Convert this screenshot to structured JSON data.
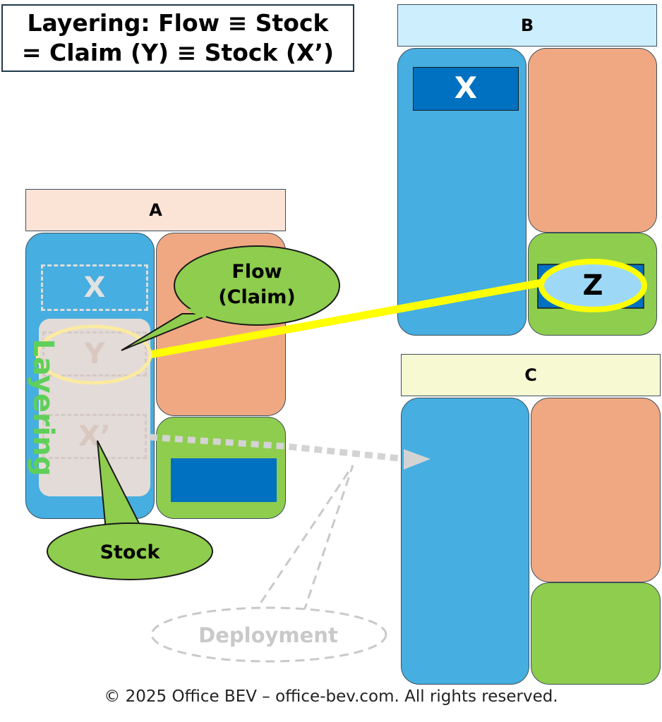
{
  "title": {
    "line1": "Layering: Flow ≡ Stock",
    "line2": "= Claim (Y) ≡ Stock (X’)"
  },
  "panels": {
    "a": {
      "label": "A",
      "x_label": "X",
      "y_label": "Y",
      "x_prime_label": "X’"
    },
    "b": {
      "label": "B",
      "x_label": "X",
      "z_label": "Z"
    },
    "c": {
      "label": "C"
    }
  },
  "callouts": {
    "flow_line1": "Flow",
    "flow_line2": "(Claim)",
    "stock": "Stock",
    "deployment": "Deployment",
    "layering": "Layering"
  },
  "colors": {
    "asset_blue": "#46aee0",
    "liability_salmon": "#f0a882",
    "equity_green": "#8ecd4d",
    "dark_blue": "#0070c0",
    "highlight_yellow": "#ffff00",
    "header_a": "#fbe3d6",
    "header_b": "#cdeefc",
    "header_c": "#f7f9d3"
  },
  "footer": "© 2025 Office BEV – office-bev.com. All rights reserved."
}
